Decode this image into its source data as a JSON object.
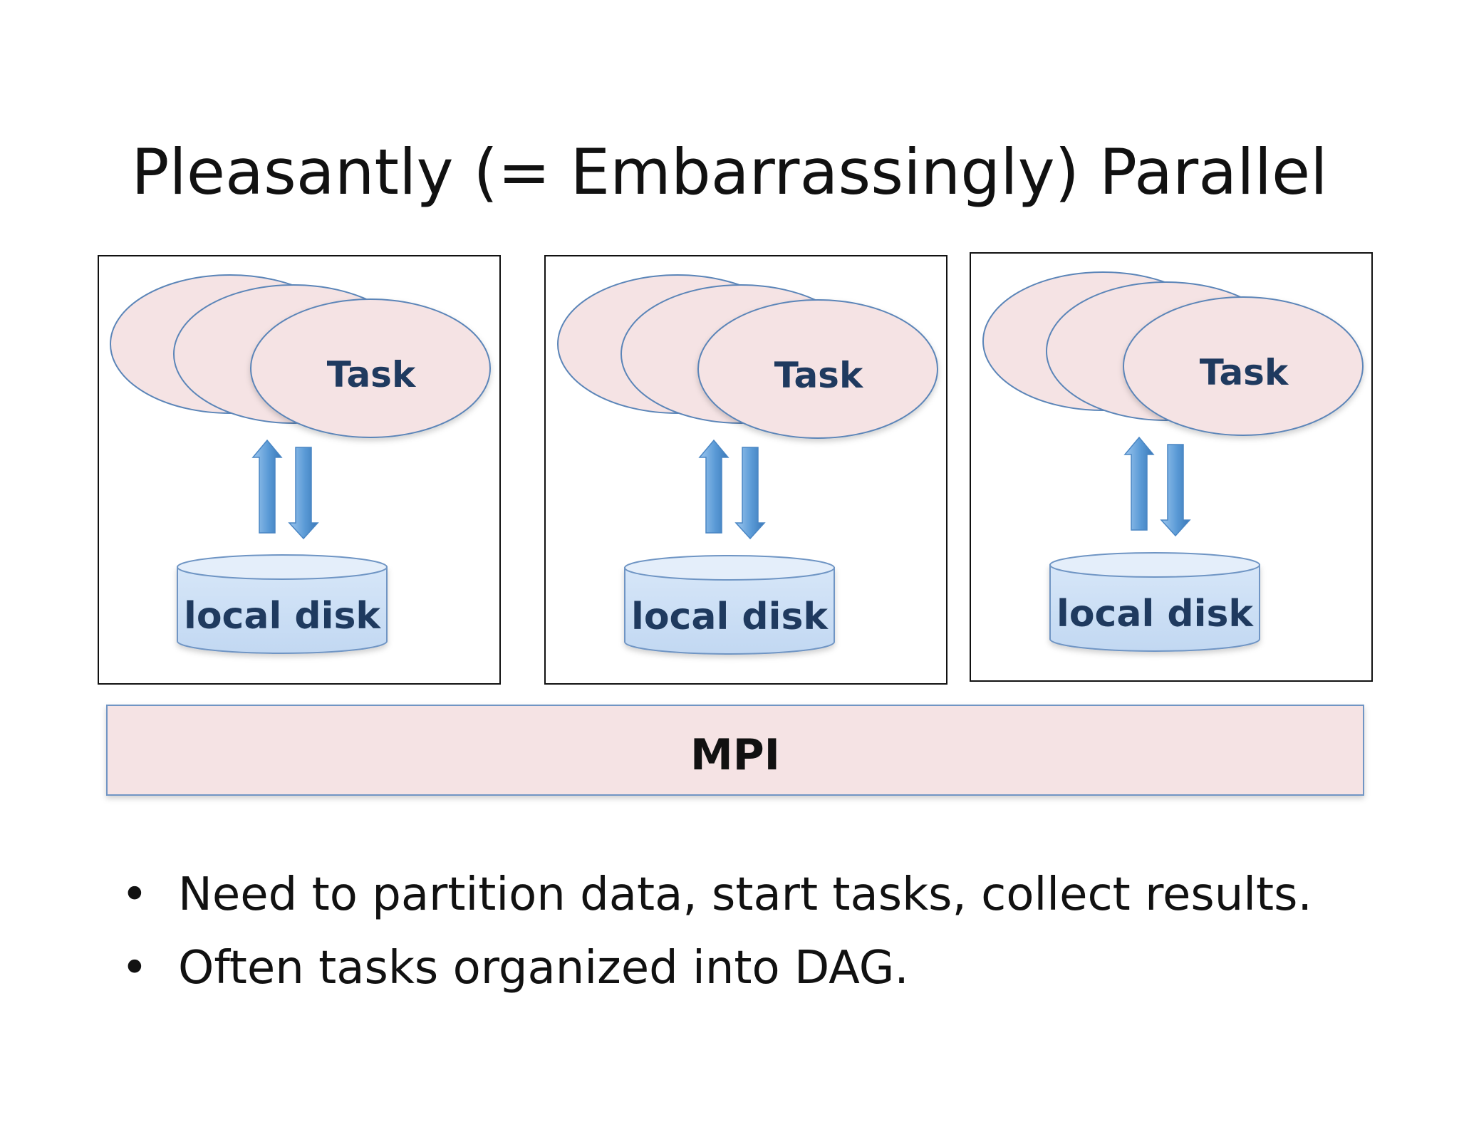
{
  "slide": {
    "title": "Pleasantly (= Embarrassingly) Parallel",
    "nodes": [
      {
        "task_label": "Task",
        "disk_label": "local disk"
      },
      {
        "task_label": "Task",
        "disk_label": "local disk"
      },
      {
        "task_label": "Task",
        "disk_label": "local disk"
      }
    ],
    "bus_label": "MPI",
    "bullet_symbol": "•",
    "bullets": [
      "Need to partition data, start tasks, collect results.",
      "Often tasks organized into DAG."
    ]
  },
  "colors": {
    "ellipse_fill": "#f5e3e4",
    "ellipse_stroke": "#5b85b8",
    "disk_fill": "#cfe2f6",
    "disk_stroke": "#6f95c4",
    "label_text": "#1f3a5f",
    "arrow": "#5a9ad6",
    "bus_fill": "#f5e3e4",
    "bus_stroke": "#6f95c4"
  }
}
